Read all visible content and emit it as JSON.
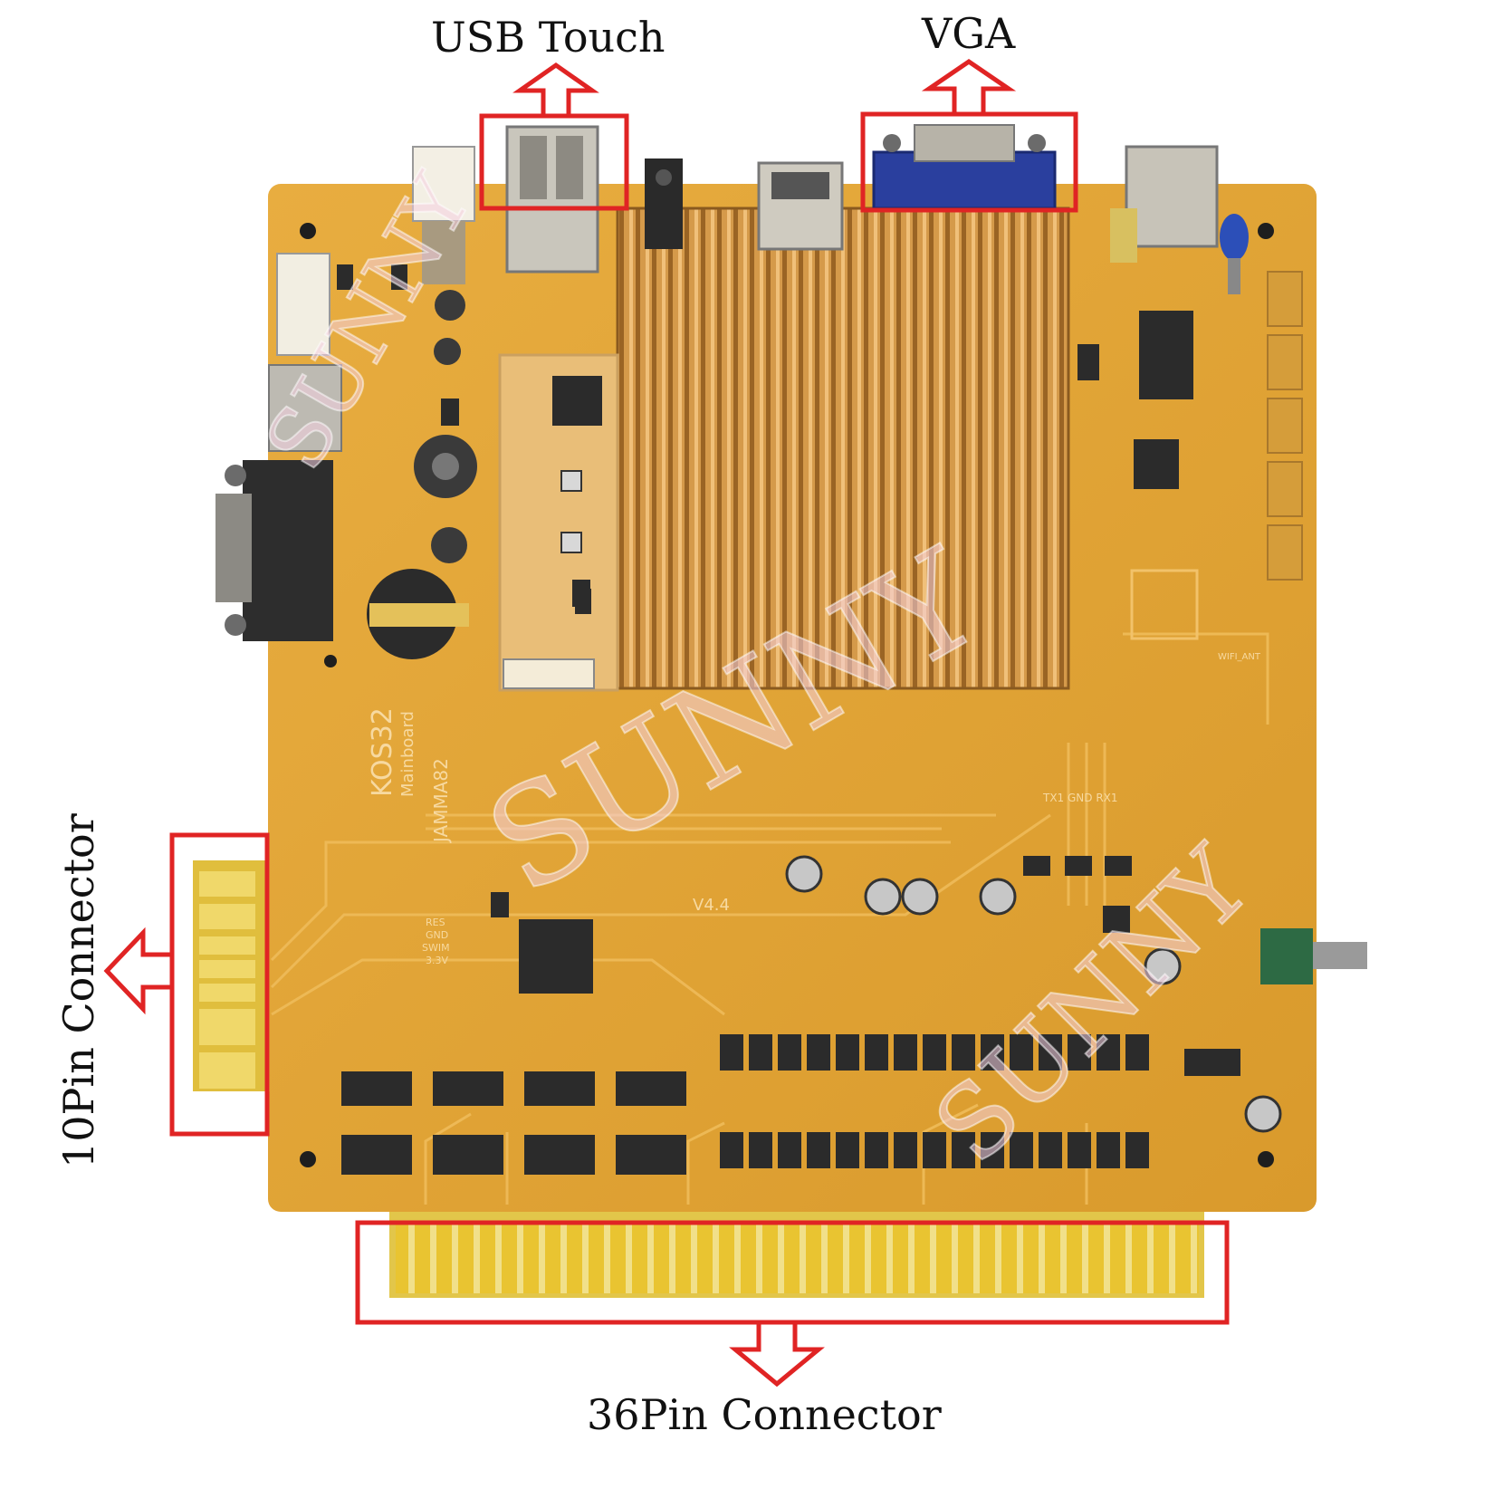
{
  "callouts": {
    "usb_touch": "USB Touch",
    "vga": "VGA",
    "pin10": "10Pin Connector",
    "pin36": "36Pin Connector"
  },
  "board": {
    "model": "KOS32",
    "subtitle": "Mainboard",
    "jamma": "JAMMA82",
    "version": "V4.4",
    "serial_pins": "TX1 GND RX1",
    "prog_pins": [
      "RES",
      "GND",
      "SWIM",
      "3.3V"
    ],
    "wifi": "WIFI_ANT"
  },
  "watermark": "SUNNY",
  "colors": {
    "pcb": "#e2a63a",
    "pcb_dark": "#c98a22",
    "gold": "#e8c33a",
    "heatsink": "#d79a45",
    "vga_blue": "#2a3f9e",
    "callout_red": "#e02424",
    "chip": "#2b2b2b"
  }
}
